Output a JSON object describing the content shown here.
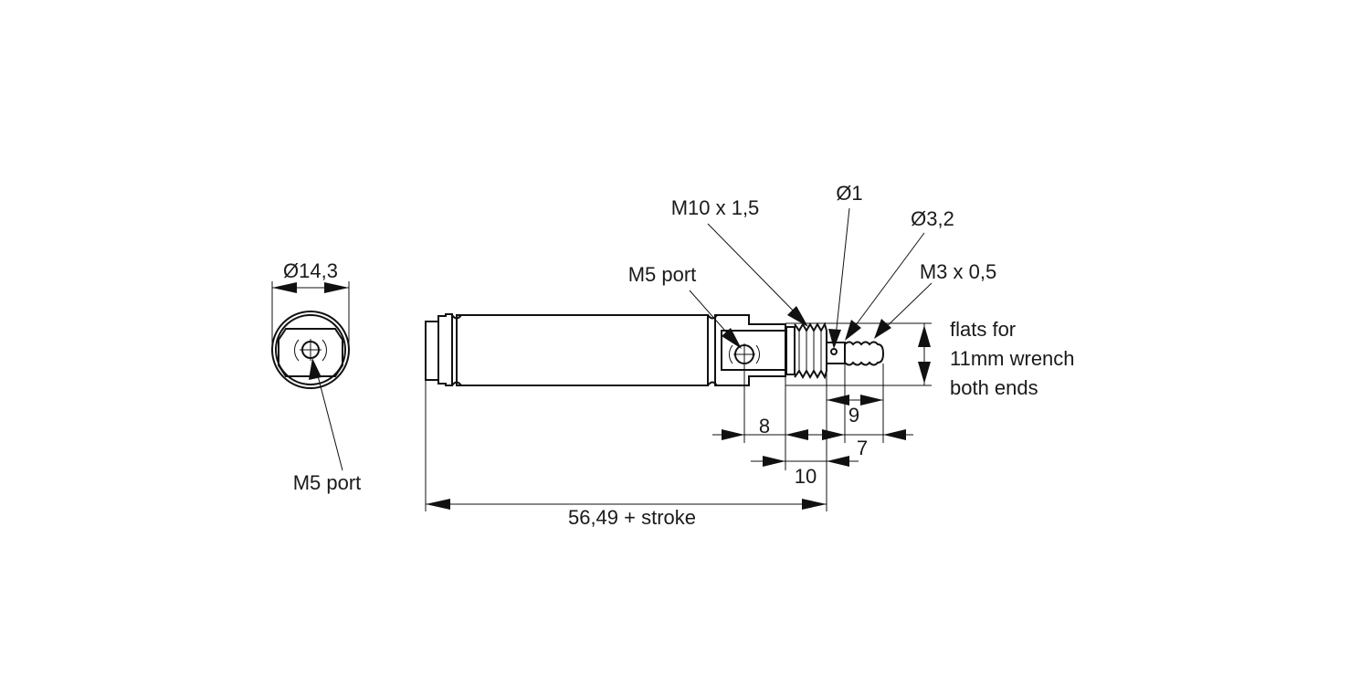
{
  "labels": {
    "end_diameter": "Ø14,3",
    "end_port": "M5 port",
    "side_port": "M5 port",
    "thread_main": "M10 x 1,5",
    "hole_diameter": "Ø1",
    "rod_diameter": "Ø3,2",
    "thread_tip": "M3 x 0,5",
    "flats_line1": "flats for",
    "flats_line2": "11mm wrench",
    "flats_line3": "both ends"
  },
  "dimensions": {
    "d9": "9",
    "d8": "8",
    "d7": "7",
    "d10": "10",
    "overall": "56,49 + stroke"
  }
}
